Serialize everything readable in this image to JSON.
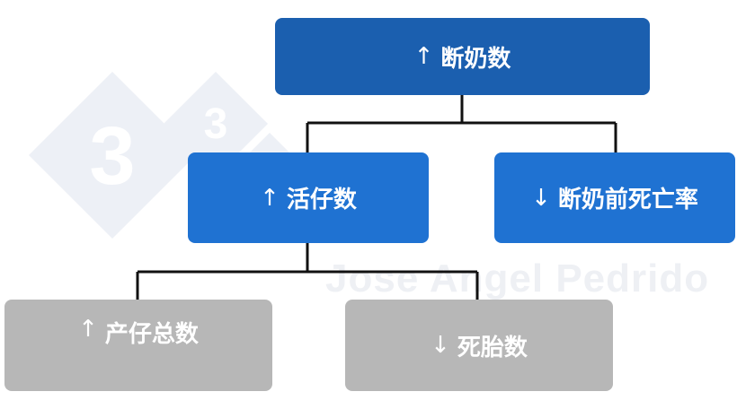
{
  "watermark": {
    "logo_glyph": "3",
    "credit": "Jose Angel Pedrido"
  },
  "diagram": {
    "root": {
      "arrow": "↑",
      "label": "断奶数",
      "trend": "up",
      "color": "#1b5faf"
    },
    "level2": [
      {
        "arrow": "↑",
        "label": "活仔数",
        "trend": "up",
        "color": "#1f72d2"
      },
      {
        "arrow": "↓",
        "label": "断奶前死亡率",
        "trend": "down",
        "color": "#1f72d2"
      }
    ],
    "level3": [
      {
        "arrow": "↑",
        "label": "产仔总数",
        "trend": "up",
        "color": "#b7b7b7"
      },
      {
        "arrow": "↓",
        "label": "死胎数",
        "trend": "down",
        "color": "#b7b7b7"
      }
    ],
    "connector_color": "#111111"
  }
}
